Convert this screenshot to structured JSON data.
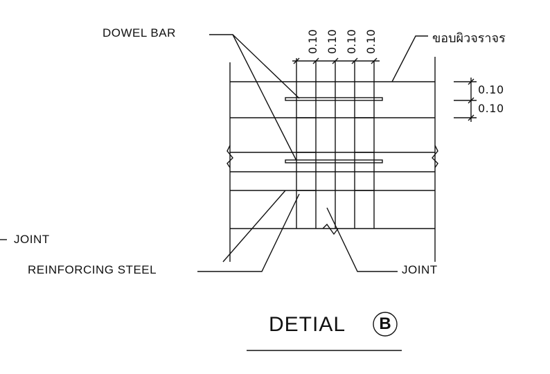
{
  "labels": {
    "dowel_bar": "DOWEL BAR",
    "pavement_edge": "ขอบผิวจราจร",
    "joint_left": "JOINT",
    "reinforcing_steel": "REINFORCING STEEL",
    "joint_right": "JOINT",
    "detail_title": "DETIAL",
    "detail_marker": "B"
  },
  "dimensions": {
    "top_spacing": [
      "0.10",
      "0.10",
      "0.10",
      "0.10"
    ],
    "right_spacing": [
      "0.10",
      "0.10"
    ]
  },
  "colors": {
    "ink": "#111111",
    "background": "#ffffff"
  }
}
